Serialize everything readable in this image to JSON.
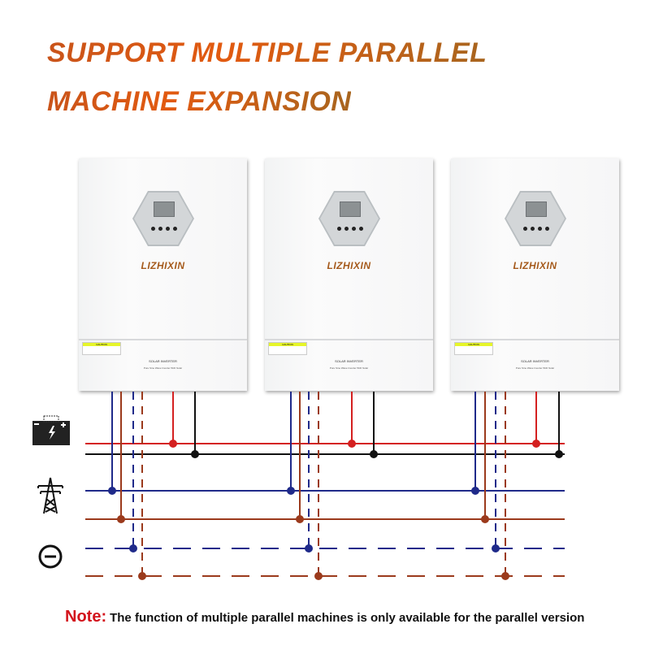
{
  "title": {
    "line1": "SUPPORT MULTIPLE PARALLEL",
    "line2": "MACHINE EXPANSION"
  },
  "units": [
    {
      "brand": "LIZHIXIN",
      "caution": "CAUTION",
      "product": "SOLAR INVERTER",
      "subtitle": "Pure Sine Wave Inverter With Solar"
    },
    {
      "brand": "LIZHIXIN",
      "caution": "CAUTION",
      "product": "SOLAR INVERTER",
      "subtitle": "Pure Sine Wave Inverter With Solar"
    },
    {
      "brand": "LIZHIXIN",
      "caution": "CAUTION",
      "product": "SOLAR INVERTER",
      "subtitle": "Pure Sine Wave Inverter With Solar"
    }
  ],
  "icons": {
    "battery": "battery-icon",
    "grid": "power-tower-icon",
    "neutral": "minus-circle-icon"
  },
  "colors": {
    "red": "#d42020",
    "black": "#111111",
    "blue": "#1f2a8a",
    "brown": "#9b3a1c"
  },
  "note": {
    "label": "Note:",
    "text": "The function of multiple parallel machines is only available for the parallel version"
  }
}
